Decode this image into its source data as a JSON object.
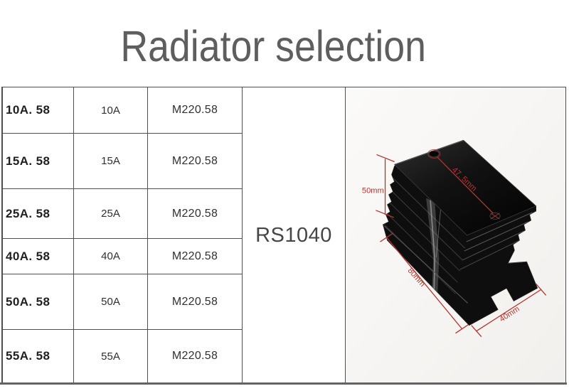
{
  "title": "Radiator selection",
  "table": {
    "radiator_model": "RS1040",
    "rows": [
      {
        "model": "10A. 58",
        "current": "10A",
        "part": "M220.58"
      },
      {
        "model": "15A. 58",
        "current": "15A",
        "part": "M220.58"
      },
      {
        "model": "25A. 58",
        "current": "25A",
        "part": "M220.58"
      },
      {
        "model": "40A. 58",
        "current": "40A",
        "part": "M220.58"
      },
      {
        "model": "50A. 58",
        "current": "50A",
        "part": "M220.58"
      },
      {
        "model": "55A. 58",
        "current": "55A",
        "part": "M220.58"
      }
    ]
  },
  "photo": {
    "dimensions": {
      "height": "50mm",
      "hole_spacing": "47. 5mm",
      "length": "80mm",
      "width": "40mm"
    }
  },
  "colors": {
    "title_gray": "#5e5e5e",
    "table_border": "#4f4f4f",
    "annotation_red": "#b5342f",
    "heatsink_black": "#101010"
  }
}
